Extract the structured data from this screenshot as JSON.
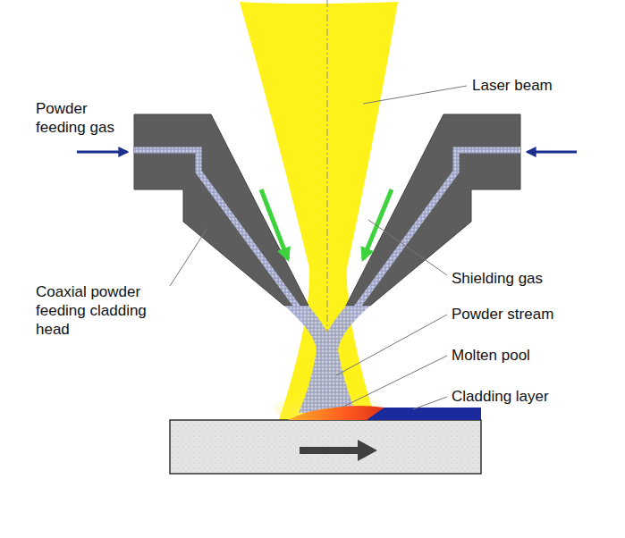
{
  "diagram": {
    "labels": [
      "Powder feeding gas",
      "Laser beam",
      "Coaxial powder feeding cladding head",
      "Shielding gas",
      "Powder stream",
      "Molten pool",
      "Cladding layer"
    ]
  }
}
